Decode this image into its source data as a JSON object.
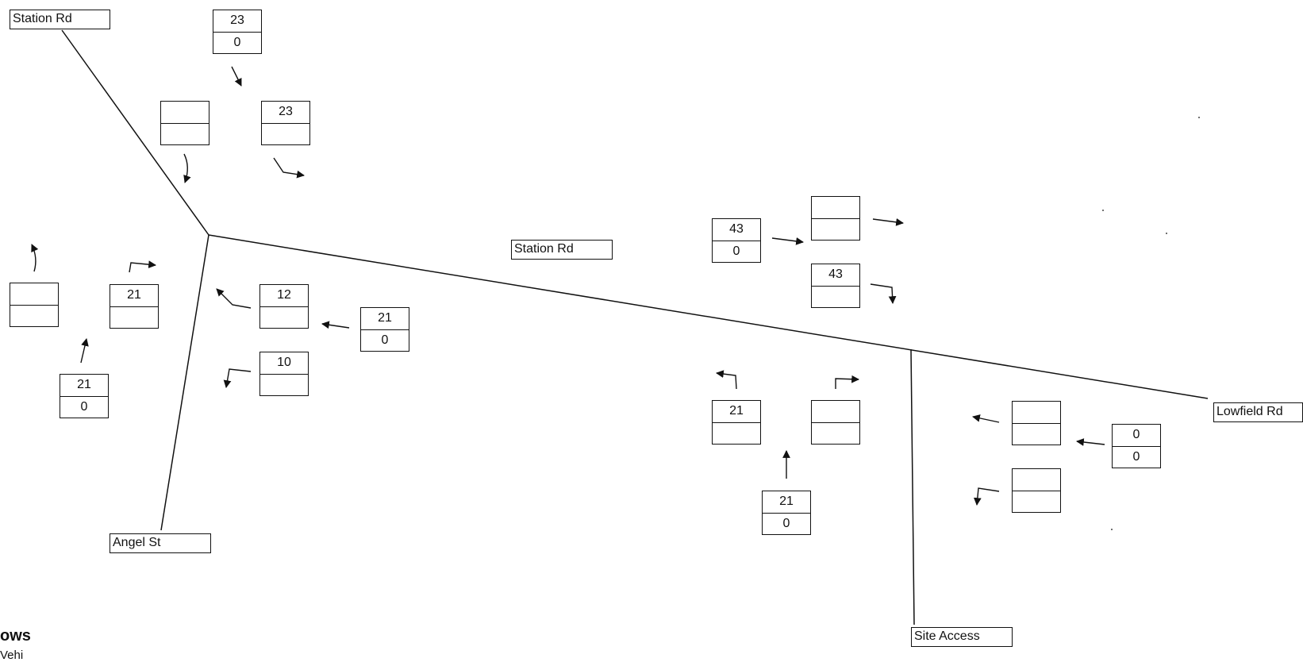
{
  "road_labels": {
    "station_rd_top": "Station Rd",
    "station_rd_mid": "Station Rd",
    "angel_st": "Angel St",
    "site_access": "Site Access",
    "lowfield_rd": "Lowfield Rd"
  },
  "junction_a": {
    "north_approach": {
      "top": "23",
      "bottom": "0"
    },
    "north_left_turn": {
      "top": "",
      "bottom": ""
    },
    "north_right_turn": {
      "top": "23",
      "bottom": ""
    },
    "east_approach": {
      "top": "21",
      "bottom": "0"
    },
    "east_right_turn": {
      "top": "12",
      "bottom": ""
    },
    "east_left_turn": {
      "top": "10",
      "bottom": ""
    },
    "south_approach": {
      "top": "21",
      "bottom": "0"
    },
    "south_ahead": {
      "top": "",
      "bottom": ""
    },
    "south_right_turn": {
      "top": "21",
      "bottom": ""
    }
  },
  "junction_b": {
    "west_approach": {
      "top": "43",
      "bottom": "0"
    },
    "west_ahead": {
      "top": "",
      "bottom": ""
    },
    "west_right_turn": {
      "top": "43",
      "bottom": ""
    },
    "south_approach": {
      "top": "21",
      "bottom": "0"
    },
    "south_left_turn": {
      "top": "21",
      "bottom": ""
    },
    "south_right_turn": {
      "top": "",
      "bottom": ""
    },
    "east_approach": {
      "top": "0",
      "bottom": "0"
    },
    "east_ahead": {
      "top": "",
      "bottom": ""
    },
    "east_left_turn": {
      "top": "",
      "bottom": ""
    }
  },
  "legend": {
    "title": "ows",
    "subtitle": "Vehi"
  }
}
